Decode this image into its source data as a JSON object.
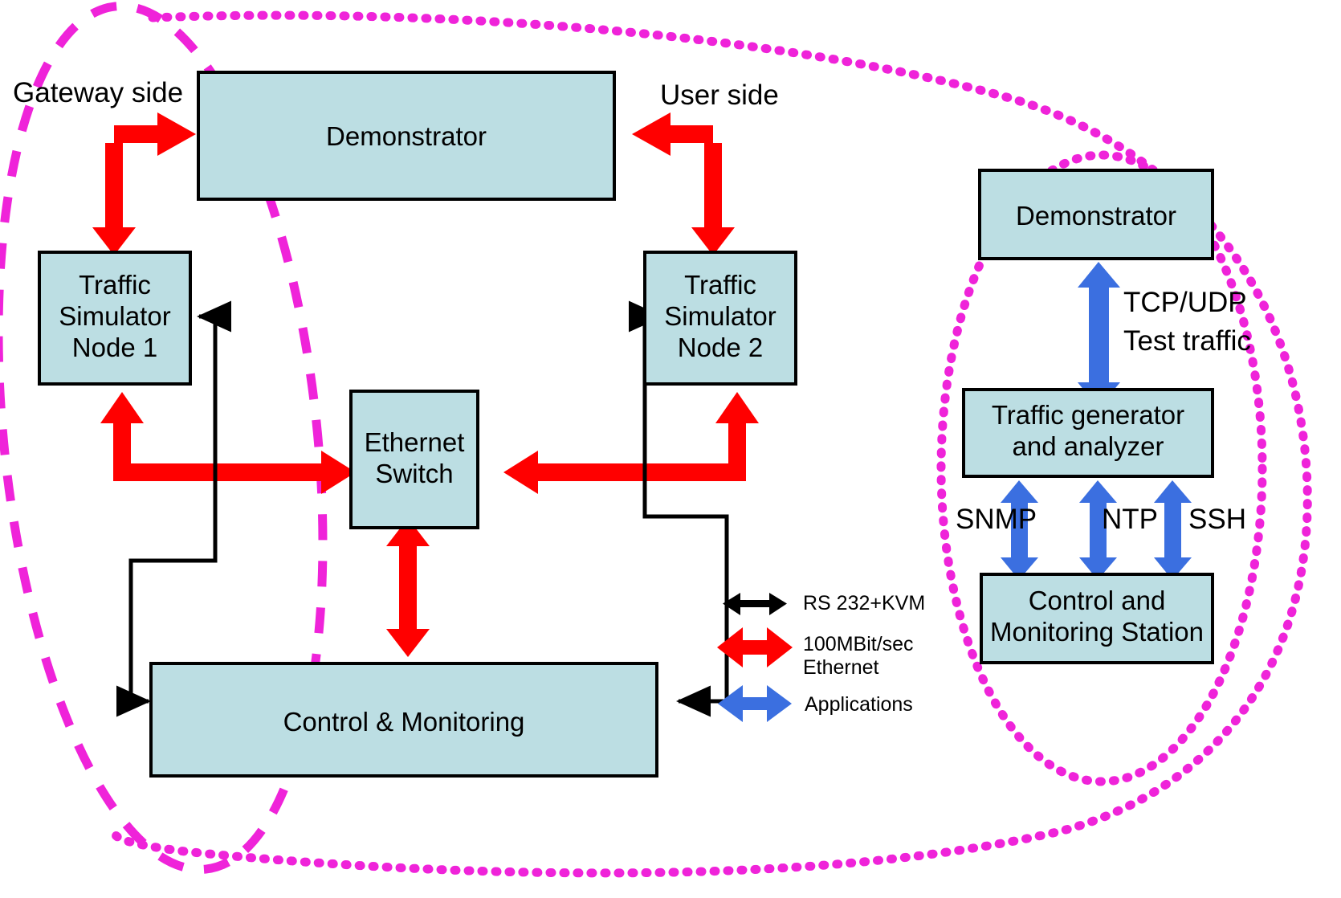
{
  "diagram": {
    "title_labels": {
      "gateway_side": "Gateway side",
      "user_side": "User side"
    },
    "left_panel": {
      "boxes": [
        {
          "id": "demonstrator",
          "label": "Demonstrator"
        },
        {
          "id": "traffic-simulator-node-1",
          "label": "Traffic\nSimulator\nNode 1"
        },
        {
          "id": "traffic-simulator-node-2",
          "label": "Traffic\nSimulator\nNode 2"
        },
        {
          "id": "ethernet-switch",
          "label": "Ethernet\nSwitch"
        },
        {
          "id": "control-and-monitoring",
          "label": "Control & Monitoring"
        }
      ]
    },
    "right_panel": {
      "boxes": [
        {
          "id": "demonstrator-right",
          "label": "Demonstrator"
        },
        {
          "id": "traffic-generator-and-analyzer",
          "label": "Traffic generator\nand analyzer"
        },
        {
          "id": "control-and-monitoring-station",
          "label": "Control and\nMonitoring Station"
        }
      ],
      "protocol_labels": [
        {
          "id": "tcp-udp-test-traffic",
          "line1": "TCP/UDP",
          "line2": "Test traffic"
        },
        {
          "id": "snmp",
          "text": "SNMP"
        },
        {
          "id": "ntp",
          "text": "NTP"
        },
        {
          "id": "ssh",
          "text": "SSH"
        }
      ]
    },
    "legend": {
      "items": [
        {
          "id": "rs232-kvm",
          "color": "#000000",
          "line1": "RS 232+KVM",
          "line2": ""
        },
        {
          "id": "ethernet-100mbit",
          "color": "#ff0000",
          "line1": "100MBit/sec",
          "line2": "Ethernet"
        },
        {
          "id": "applications",
          "color": "#3b6fe0",
          "line1": "Applications",
          "line2": ""
        }
      ]
    },
    "colors": {
      "box_fill": "#bcdee3",
      "box_stroke": "#000000",
      "ethernet_arrow": "#ff0000",
      "application_arrow": "#3b6fe0",
      "control_line": "#000000",
      "gateway_boundary": "#ef23d9",
      "user_boundary": "#ef23d9",
      "background": "#ffffff"
    }
  }
}
